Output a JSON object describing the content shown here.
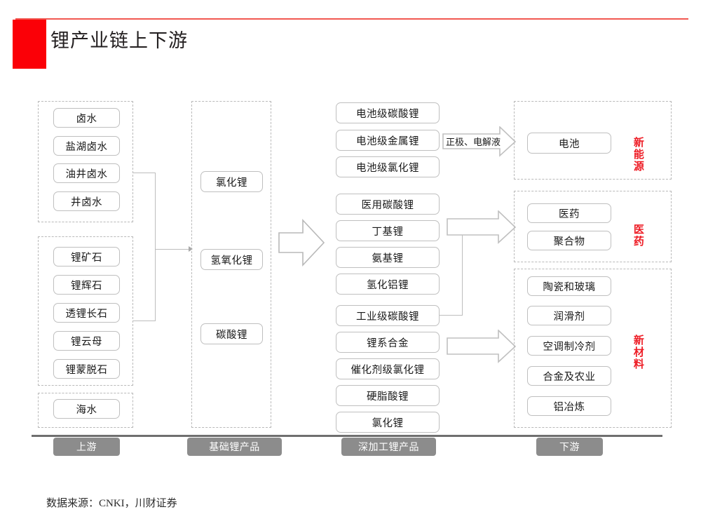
{
  "slide": {
    "title": "锂产业链上下游",
    "accent_color": "#fb0007",
    "rule_color": "#ee3b33",
    "source_note": "数据来源：CNKI，川财证券"
  },
  "upstream": {
    "stage_label": "上游",
    "groups": [
      {
        "name": "brine-group",
        "items": [
          "卤水",
          "盐湖卤水",
          "油井卤水",
          "井卤水"
        ]
      },
      {
        "name": "ore-group",
        "items": [
          "锂矿石",
          "锂辉石",
          "透锂长石",
          "锂云母",
          "锂蒙脱石"
        ]
      },
      {
        "name": "seawater-group",
        "items": [
          "海水"
        ]
      }
    ]
  },
  "basic_products": {
    "stage_label": "基础锂产品",
    "items": [
      "氯化锂",
      "氢氧化锂",
      "碳酸锂"
    ]
  },
  "processed_products": {
    "stage_label": "深加工锂产品",
    "groups": [
      {
        "name": "battery-grade-group",
        "items": [
          "电池级碳酸锂",
          "电池级金属锂",
          "电池级氯化锂"
        ]
      },
      {
        "name": "pharma-grade-group",
        "items": [
          "医用碳酸锂",
          "丁基锂",
          "氨基锂",
          "氢化铝锂"
        ]
      },
      {
        "name": "industrial-grade-group",
        "items": [
          "工业级碳酸锂",
          "锂系合金",
          "催化剂级氯化锂",
          "硬脂酸锂",
          "氯化锂"
        ]
      }
    ]
  },
  "downstream": {
    "stage_label": "下游",
    "groups": [
      {
        "name": "new-energy-group",
        "sector": "新能源",
        "items": [
          "电池"
        ]
      },
      {
        "name": "pharmaceutical-group",
        "sector": "医药",
        "items": [
          "医药",
          "聚合物"
        ]
      },
      {
        "name": "new-materials-group",
        "sector": "新材料",
        "items": [
          "陶瓷和玻璃",
          "润滑剂",
          "空调制冷剂",
          "合金及农业",
          "铝冶炼"
        ]
      }
    ]
  },
  "arrows": {
    "to_processed_label": "",
    "to_battery_label": "正极、电解液",
    "to_pharma_label": "",
    "to_materials_label": ""
  }
}
